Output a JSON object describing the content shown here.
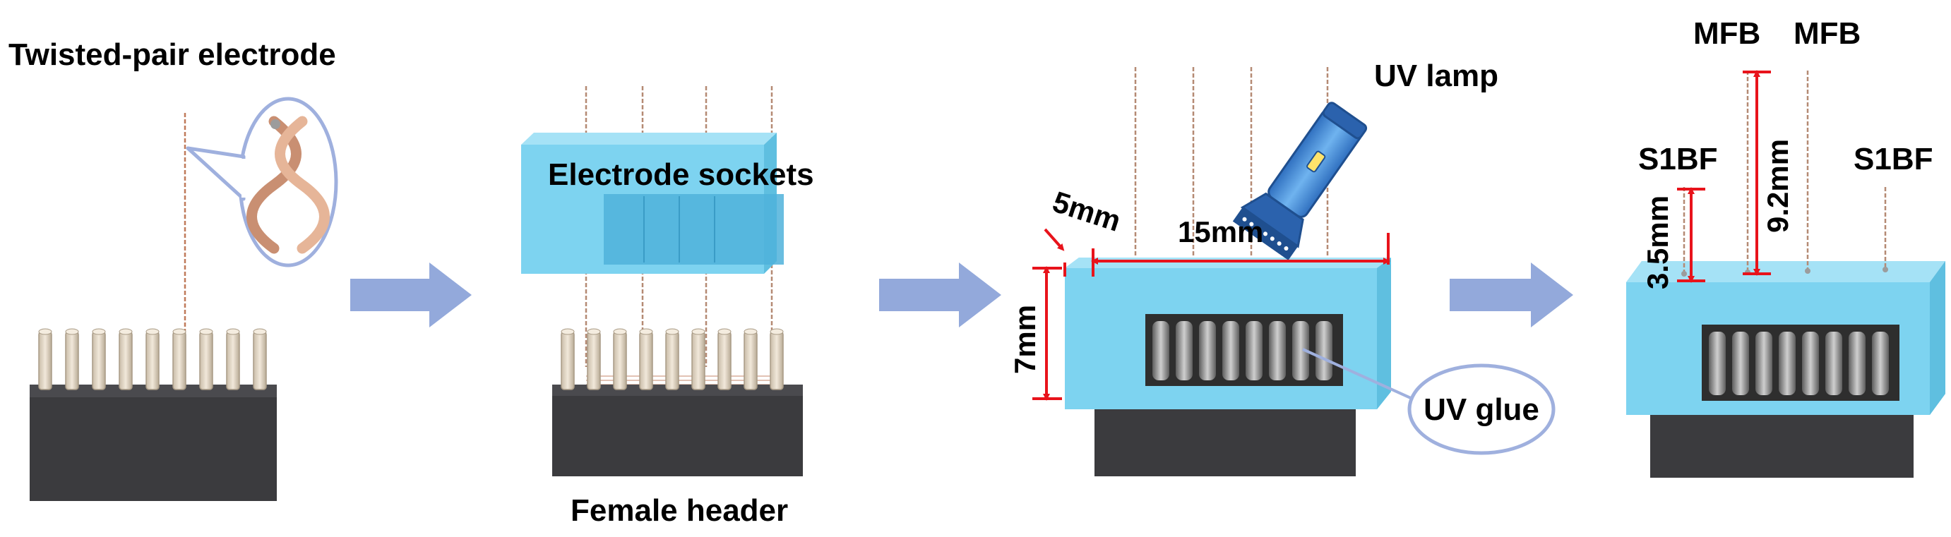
{
  "labels": {
    "twisted_pair": "Twisted-pair electrode",
    "electrode_sockets": "Electrode sockets",
    "female_header": "Female header",
    "uv_lamp": "UV lamp",
    "uv_glue": "UV glue",
    "mfb_left": "MFB",
    "mfb_right": "MFB",
    "s1bf_left": "S1BF",
    "s1bf_right": "S1BF"
  },
  "dimensions": {
    "thickness": "5mm",
    "length": "15mm",
    "height": "7mm",
    "s1bf_depth": "3.5mm",
    "mfb_depth": "9.2mm"
  },
  "colors": {
    "socket_blue": "#7dd3f0",
    "socket_side": "#5fbfe0",
    "header_dark": "#3b3b3e",
    "pin_beige": "#e2d6c4",
    "arrow_blue": "#93a9db",
    "dimension_red": "#e8131b",
    "lamp_blue": "#3e86d4",
    "callout_outline": "#9fb0de",
    "wire_copper": "#c07a5a"
  },
  "icons": [
    "arrow-right-icon",
    "uv-lamp-icon",
    "twisted-wire-icon"
  ]
}
